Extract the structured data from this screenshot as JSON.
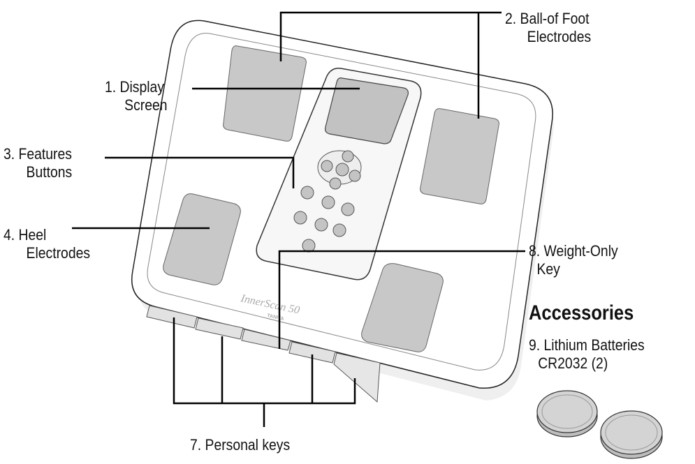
{
  "labels": {
    "display_screen": {
      "line1": "1.  Display",
      "line2": "Screen"
    },
    "ball_of_foot": {
      "line1": "2.  Ball-of Foot",
      "line2": "Electrodes"
    },
    "features_buttons": {
      "line1": "3.  Features",
      "line2": "Buttons"
    },
    "heel_electrodes": {
      "line1": "4.  Heel",
      "line2": "Electrodes"
    },
    "weight_only_key": {
      "line1": "8.  Weight-Only",
      "line2": "Key"
    },
    "personal_keys": {
      "line1": "7. Personal keys"
    }
  },
  "accessories": {
    "heading": "Accessories",
    "item_line1": "9.  Lithium Batteries",
    "item_line2": "CR2032 (2)"
  },
  "device": {
    "brand_model": "InnerScan 50",
    "maker": "TANITA"
  },
  "colors": {
    "line": "#000000",
    "pad": "#c8c8c8",
    "body": "#ffffff",
    "button": "#c4c4c4"
  }
}
